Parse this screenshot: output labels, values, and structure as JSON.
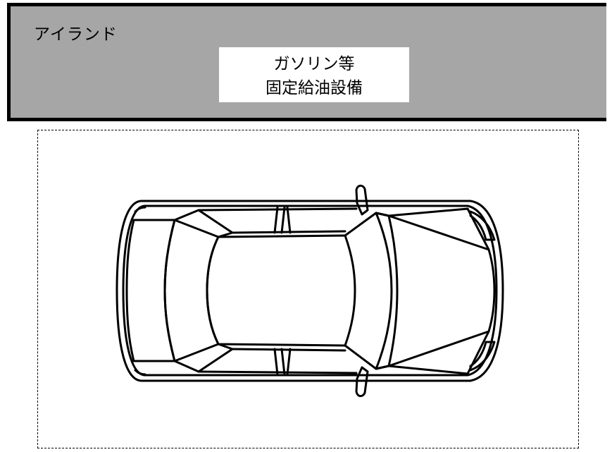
{
  "island": {
    "label": "アイランド",
    "equipment_line1": "ガソリン等",
    "equipment_line2": "固定給油設備",
    "fill_color": "#a6a6a6",
    "border_color": "#000000"
  },
  "parking_area": {
    "border_style": "dashed",
    "contents": "car-top-view-icon"
  }
}
